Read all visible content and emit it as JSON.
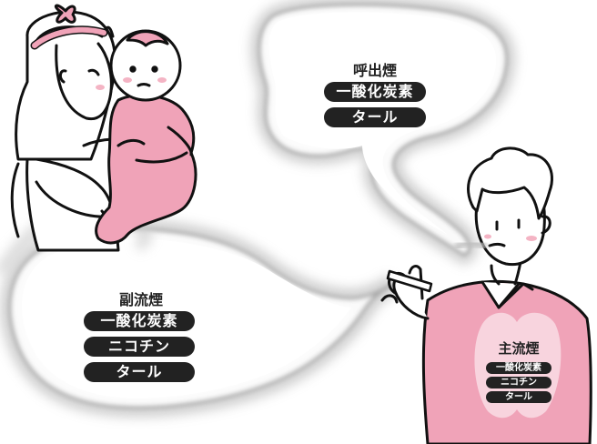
{
  "exhaled": {
    "title": "呼出煙",
    "items": [
      "一酸化炭素",
      "タール"
    ]
  },
  "sidestream": {
    "title": "副流煙",
    "items": [
      "一酸化炭素",
      "ニコチン",
      "タール"
    ]
  },
  "mainstream": {
    "title": "主流煙",
    "items": [
      "一酸化炭素",
      "ニコチン",
      "タール"
    ]
  },
  "colors": {
    "pink": "#f0a3b8",
    "pink_light": "#f8cfdb",
    "smoke": "#c8c8c8",
    "label_bg": "#222222",
    "label_text": "#ffffff"
  },
  "icons": [
    "mother-figure",
    "baby-figure",
    "smoker-figure",
    "cigarette-icon",
    "smoke-cloud",
    "lungs-icon"
  ]
}
